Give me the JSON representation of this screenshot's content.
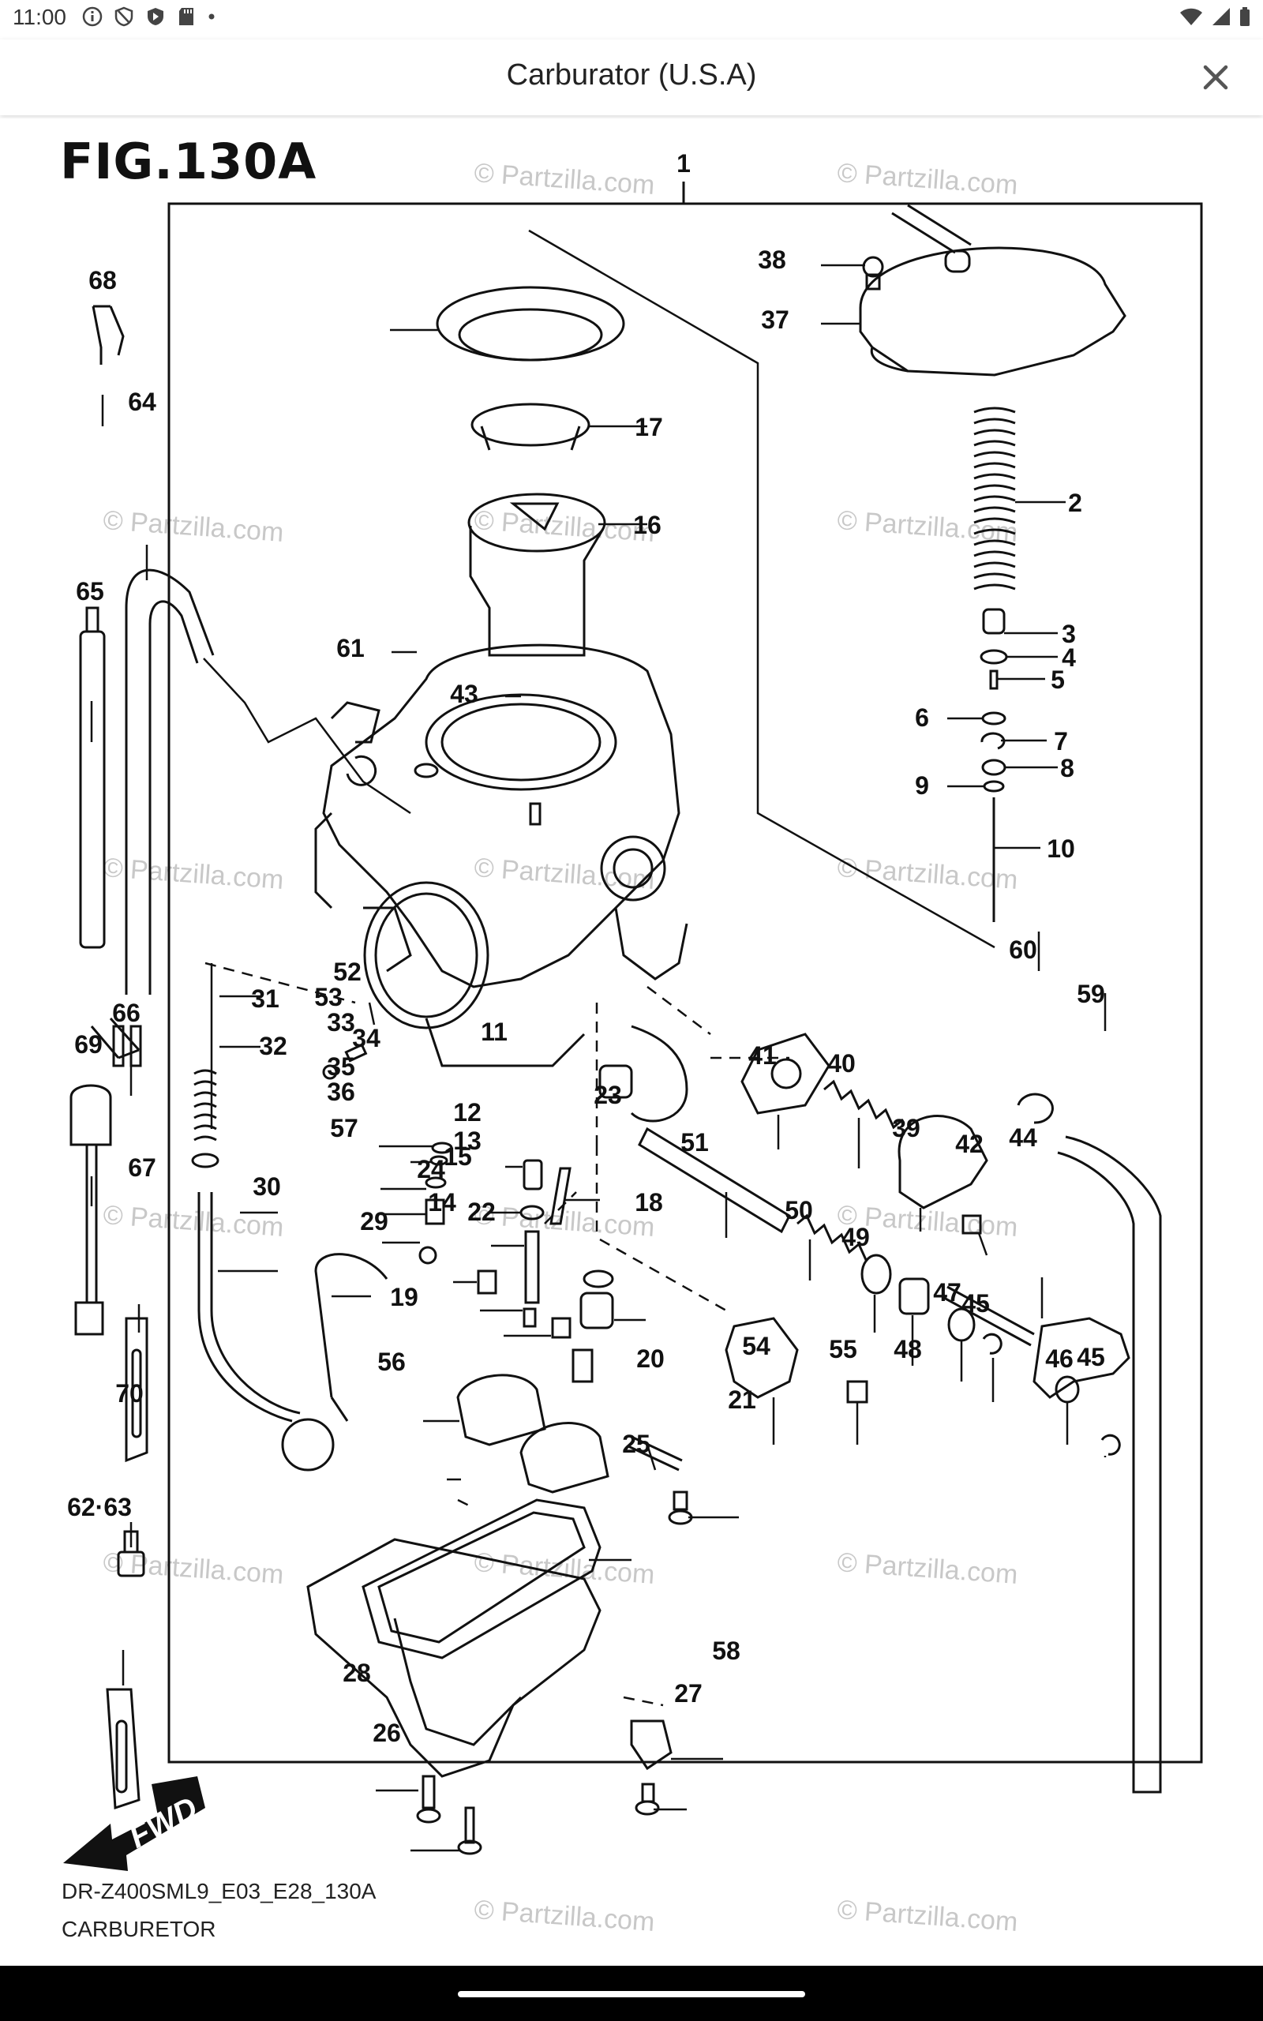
{
  "status_bar": {
    "time": "11:00",
    "left_icons": [
      "info-icon",
      "shield-icon",
      "play-shield-icon",
      "sd-card-icon",
      "dot-icon"
    ],
    "right_icons": [
      "wifi-icon",
      "signal-icon",
      "battery-icon"
    ]
  },
  "header": {
    "title": "Carburator (U.S.A)",
    "close_icon": "close-icon"
  },
  "diagram": {
    "figure_title": "FIG.130A",
    "watermark": "© Partzilla.com",
    "callouts": [
      "1",
      "2",
      "3",
      "4",
      "5",
      "6",
      "7",
      "8",
      "9",
      "10",
      "11",
      "12",
      "13",
      "14",
      "15",
      "16",
      "17",
      "18",
      "19",
      "20",
      "21",
      "22",
      "23",
      "24",
      "25",
      "26",
      "27",
      "28",
      "29",
      "30",
      "31",
      "32",
      "33",
      "34",
      "35",
      "36",
      "37",
      "38",
      "39",
      "40",
      "41",
      "42",
      "43",
      "44",
      "45",
      "45",
      "46",
      "47",
      "48",
      "49",
      "50",
      "51",
      "52",
      "53",
      "54",
      "55",
      "56",
      "57",
      "58",
      "59",
      "60",
      "61",
      "62·63",
      "64",
      "65",
      "66",
      "67",
      "68",
      "69",
      "70"
    ],
    "direction_label": "FWD",
    "footer_code": "DR-Z400SML9_E03_E28_130A",
    "footer_caption": "CARBURETOR"
  },
  "colors": {
    "background": "#ffffff",
    "line": "#111111",
    "watermark": "#c8c8c8",
    "nav_bar": "#000000"
  }
}
